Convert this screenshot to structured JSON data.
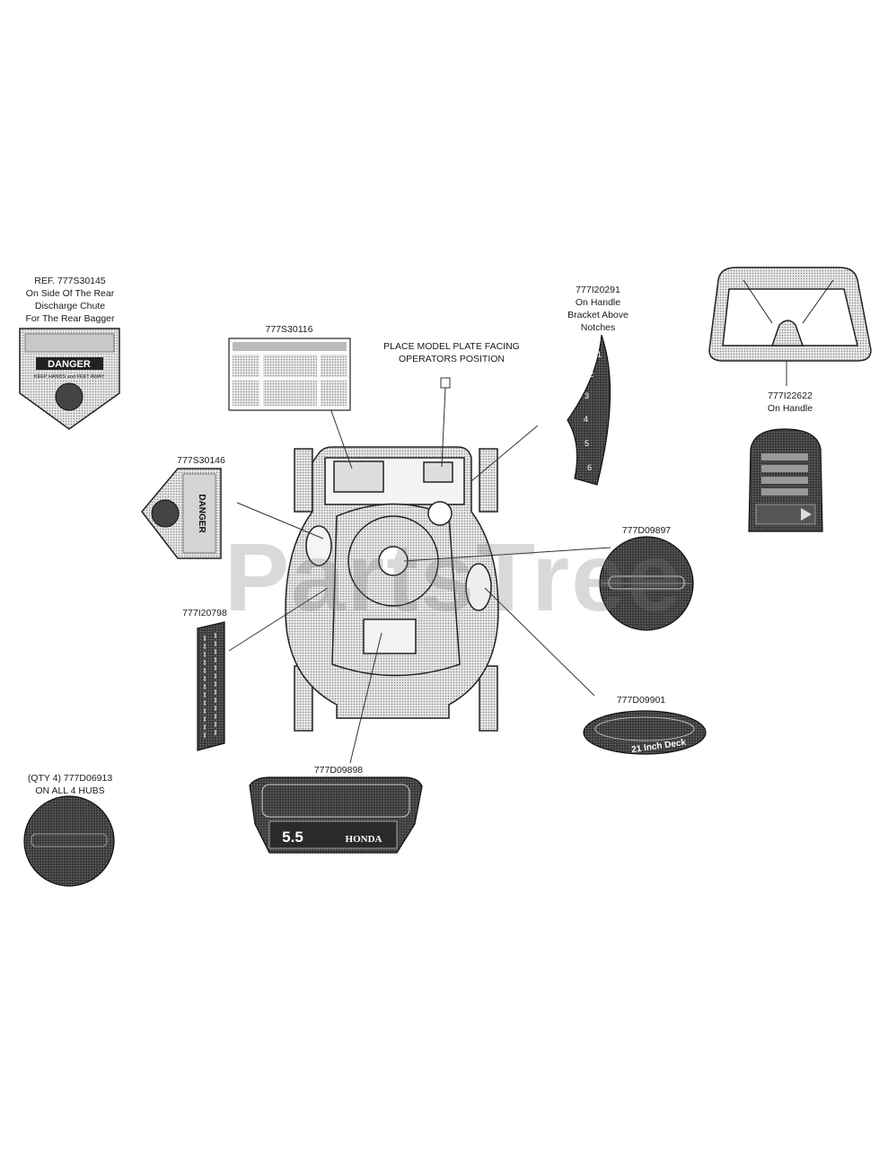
{
  "watermark": "PartsTree",
  "callouts": {
    "rear_chute_warning": {
      "lines": [
        "REF. 777S30145",
        "On Side Of The Rear",
        "Discharge Chute",
        "For The Rear Bagger"
      ]
    },
    "top_warning_label": {
      "lines": [
        "777S30116"
      ]
    },
    "model_plate": {
      "lines": [
        "PLACE MODEL PLATE FACING",
        "OPERATORS POSITION"
      ]
    },
    "handle_bracket": {
      "lines": [
        "777I20291",
        "On Handle",
        "Bracket Above",
        "Notches"
      ]
    },
    "handle_label": {
      "lines": [
        "777I22622",
        "On Handle"
      ]
    },
    "side_danger_label": {
      "lines": [
        "777S30146"
      ]
    },
    "deck_side_strip": {
      "lines": [
        "777I20798"
      ]
    },
    "engine_cover_decal": {
      "lines": [
        "777D09897"
      ]
    },
    "deck_oval_decal": {
      "lines": [
        "777D09901"
      ]
    },
    "hub_caps": {
      "lines": [
        "(QTY 4) 777D06913",
        "ON ALL 4 HUBS"
      ]
    },
    "front_deck_decal": {
      "lines": [
        "777D09898"
      ]
    }
  },
  "decal_text": {
    "danger": "DANGER",
    "keep_hands": "KEEP HANDS and FEET AWAY",
    "deck_size": "21 Inch Deck",
    "hp": "5.5",
    "engine": "HONDA",
    "notches": [
      "1",
      "2",
      "3",
      "4",
      "5",
      "6"
    ]
  }
}
